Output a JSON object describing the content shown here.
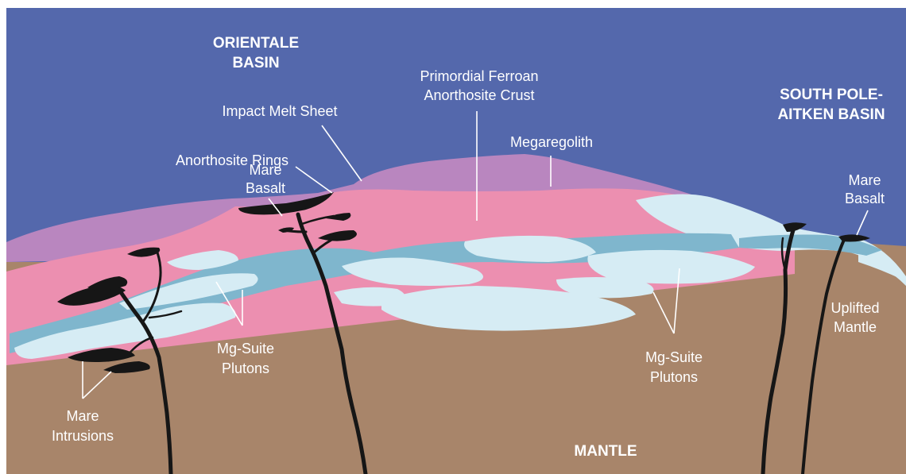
{
  "colors": {
    "space": "#5468ac",
    "megaregolith": "#b986bf",
    "crust": "#ec8fb0",
    "pluton_blue": "#7fb6cd",
    "pluton_pale": "#d6ecf4",
    "mantle": "#a8856a",
    "basalt": "#161616",
    "text": "#ffffff"
  },
  "labels": {
    "orientale_line1": "ORIENTALE",
    "orientale_line2": "BASIN",
    "spa_line1": "SOUTH POLE-",
    "spa_line2": "AITKEN BASIN",
    "impact_melt": "Impact Melt Sheet",
    "primordial_line1": "Primordial Ferroan",
    "primordial_line2": "Anorthosite Crust",
    "anorthosite_rings": "Anorthosite Rings",
    "megaregolith": "Megaregolith",
    "mare_basalt_left_line1": "Mare",
    "mare_basalt_left_line2": "Basalt",
    "mare_basalt_right_line1": "Mare",
    "mare_basalt_right_line2": "Basalt",
    "mg_left_line1": "Mg-Suite",
    "mg_left_line2": "Plutons",
    "mg_right_line1": "Mg-Suite",
    "mg_right_line2": "Plutons",
    "uplifted_line1": "Uplifted",
    "uplifted_line2": "Mantle",
    "mare_intrusions_line1": "Mare",
    "mare_intrusions_line2": "Intrusions",
    "mantle": "MANTLE"
  }
}
